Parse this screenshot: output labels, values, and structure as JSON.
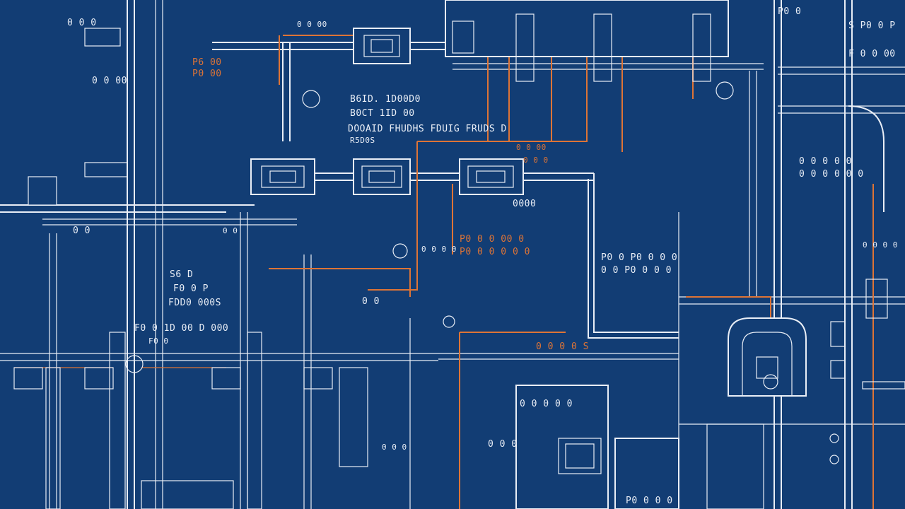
{
  "colors": {
    "background": "#123d74",
    "line": "#e9eef6",
    "accent": "#de7436"
  },
  "labels": {
    "top_left_code": "0 0 0",
    "pump_label_top": "0 0 00",
    "title_block_1": "B6ID. 1D00D0",
    "title_block_2": "B0CT 1ID 00",
    "title_block_3": "DOOAID FHUDHS FDUIG FRUDS D",
    "title_block_4": "R5D0S",
    "orange_tag_1": "P6 00",
    "orange_tag_2": "P0 00",
    "small_tag_1": "0 0 00",
    "mid_tag_1": "0 0 00",
    "mid_tag_2": "0 0 0",
    "left_label_1": "0 0",
    "left_label_2": "0 0",
    "left_group_1": "S6 D",
    "left_group_2": "F0 0 P",
    "left_group_3": "FDD0 000S",
    "bottom_left_1": "F0 0 1D 00 D 000",
    "bottom_left_2": "F0 0",
    "center_tag": "0000",
    "orange_center_1": "P0 0 0 00 0",
    "orange_center_2": "P0 0 0 0 0 0",
    "right_block_1": "P0 0 P0 0 0 0",
    "right_block_2": "0 0 P0 0 0 0",
    "orange_bottom": "0 0 0 0 S",
    "bottom_center_1": "0 0 0 0 0",
    "bottom_center_2": "0 0 0",
    "bottom_right_1": "P0 0 0 0",
    "right_top_1": "P0 0",
    "right_top_2": "S P0 0 P",
    "right_top_3": "F 0 0 00",
    "right_mid_1": "0 0 0 0 0",
    "right_mid_2": "0 0 0 0 0 0",
    "right_side_1": "0 0 0 0",
    "bottom_small_1": "0 0",
    "bottom_small_2": "0 0 0",
    "bottom_small_3": "0 0 0 0"
  }
}
